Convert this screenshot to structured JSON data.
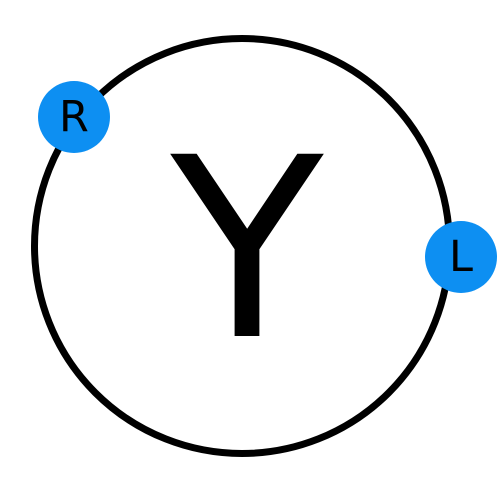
{
  "diagram": {
    "center_label": "Y",
    "markers": {
      "right": {
        "label": "R"
      },
      "left": {
        "label": "L"
      }
    },
    "colors": {
      "ring": "#000000",
      "marker_fill": "#0d8ff2",
      "text": "#000000",
      "background": "#ffffff"
    }
  }
}
